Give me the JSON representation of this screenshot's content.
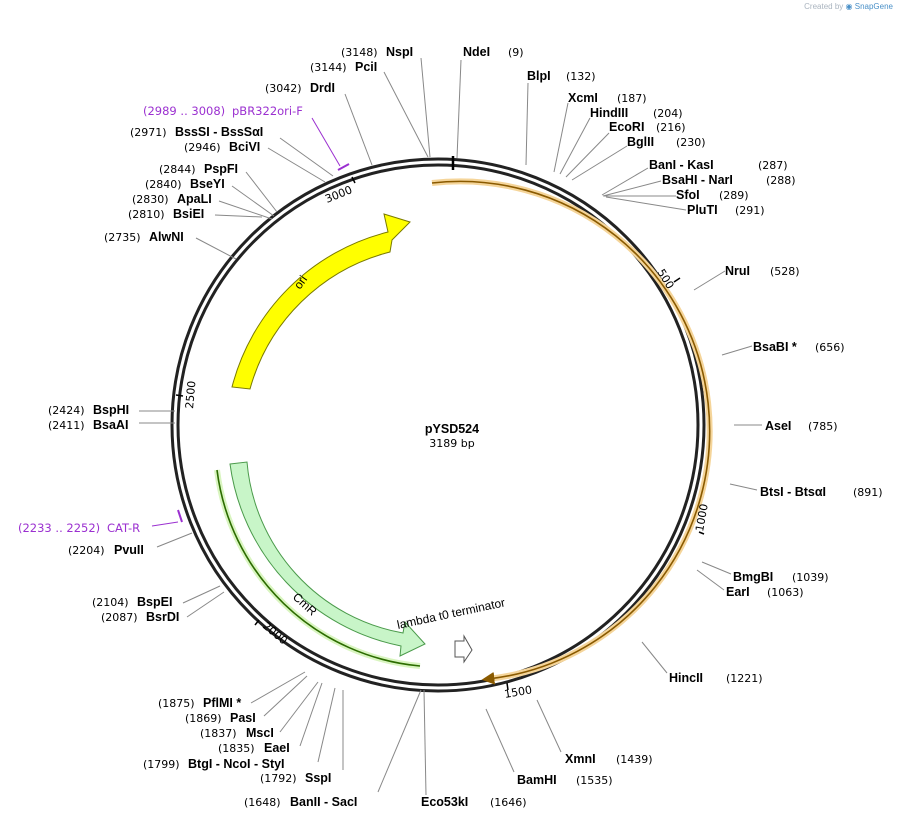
{
  "header": {
    "created_by": "Created by",
    "app_name": "SnapGene"
  },
  "plasmid": {
    "name": "pYSD524",
    "length_label": "3189 bp",
    "length": 3189
  },
  "colors": {
    "backbone": "#222222",
    "ori": "#ffff00",
    "ori_stroke": "#8a8a00",
    "cmr": "#c8f5c8",
    "cmr_stroke": "#4a9a4a",
    "primer": "#9b30d0",
    "orange": "#e8a000",
    "green": "#2c8c00"
  },
  "ticks": [
    "500",
    "1000",
    "1500",
    "2000",
    "2500",
    "3000"
  ],
  "features": {
    "ori": "ori",
    "cmr": "CmR",
    "terminator": "lambda t0 terminator"
  },
  "primers": [
    {
      "range": "(2989 .. 3008)",
      "name": "pBR322ori-F"
    },
    {
      "range": "(2233 .. 2252)",
      "name": "CAT-R"
    }
  ],
  "sites": [
    {
      "pos": "(3148)",
      "name": "NspI"
    },
    {
      "pos": "(3144)",
      "name": "PciI"
    },
    {
      "pos": "(3042)",
      "name": "DrdI"
    },
    {
      "pos": "(2971)",
      "name": "BssSI  -  BssSαI"
    },
    {
      "pos": "(2946)",
      "name": "BciVI"
    },
    {
      "pos": "(2844)",
      "name": "PspFI"
    },
    {
      "pos": "(2840)",
      "name": "BseYI"
    },
    {
      "pos": "(2830)",
      "name": "ApaLI"
    },
    {
      "pos": "(2810)",
      "name": "BsiEI"
    },
    {
      "pos": "(2735)",
      "name": "AlwNI"
    },
    {
      "pos": "(2424)",
      "name": "BspHI"
    },
    {
      "pos": "(2411)",
      "name": "BsaAI"
    },
    {
      "pos": "(2204)",
      "name": "PvuII"
    },
    {
      "pos": "(2104)",
      "name": "BspEI"
    },
    {
      "pos": "(2087)",
      "name": "BsrDI"
    },
    {
      "pos": "(1875)",
      "name": "PflMI *"
    },
    {
      "pos": "(1869)",
      "name": "PasI"
    },
    {
      "pos": "(1837)",
      "name": "MscI"
    },
    {
      "pos": "(1835)",
      "name": "EaeI"
    },
    {
      "pos": "(1799)",
      "name": "BtgI  -  NcoI  -  StyI"
    },
    {
      "pos": "(1792)",
      "name": "SspI"
    },
    {
      "pos": "(1648)",
      "name": "BanII  -  SacI"
    },
    {
      "name": "NdeI",
      "pos": "(9)"
    },
    {
      "name": "BlpI",
      "pos": "(132)"
    },
    {
      "name": "XcmI",
      "pos": "(187)"
    },
    {
      "name": "HindIII",
      "pos": "(204)"
    },
    {
      "name": "EcoRI",
      "pos": "(216)"
    },
    {
      "name": "BglII",
      "pos": "(230)"
    },
    {
      "name": "BanI  -  KasI",
      "pos": "(287)"
    },
    {
      "name": "BsaHI  -  NarI",
      "pos": "(288)"
    },
    {
      "name": "SfoI",
      "pos": "(289)"
    },
    {
      "name": "PluTI",
      "pos": "(291)"
    },
    {
      "name": "NruI",
      "pos": "(528)"
    },
    {
      "name": "BsaBI *",
      "pos": "(656)"
    },
    {
      "name": "AseI",
      "pos": "(785)"
    },
    {
      "name": "BtsI  -  BtsαI",
      "pos": "(891)"
    },
    {
      "name": "BmgBI",
      "pos": "(1039)"
    },
    {
      "name": "EarI",
      "pos": "(1063)"
    },
    {
      "name": "HincII",
      "pos": "(1221)"
    },
    {
      "name": "XmnI",
      "pos": "(1439)"
    },
    {
      "name": "BamHI",
      "pos": "(1535)"
    },
    {
      "name": "Eco53kI",
      "pos": "(1646)"
    }
  ]
}
